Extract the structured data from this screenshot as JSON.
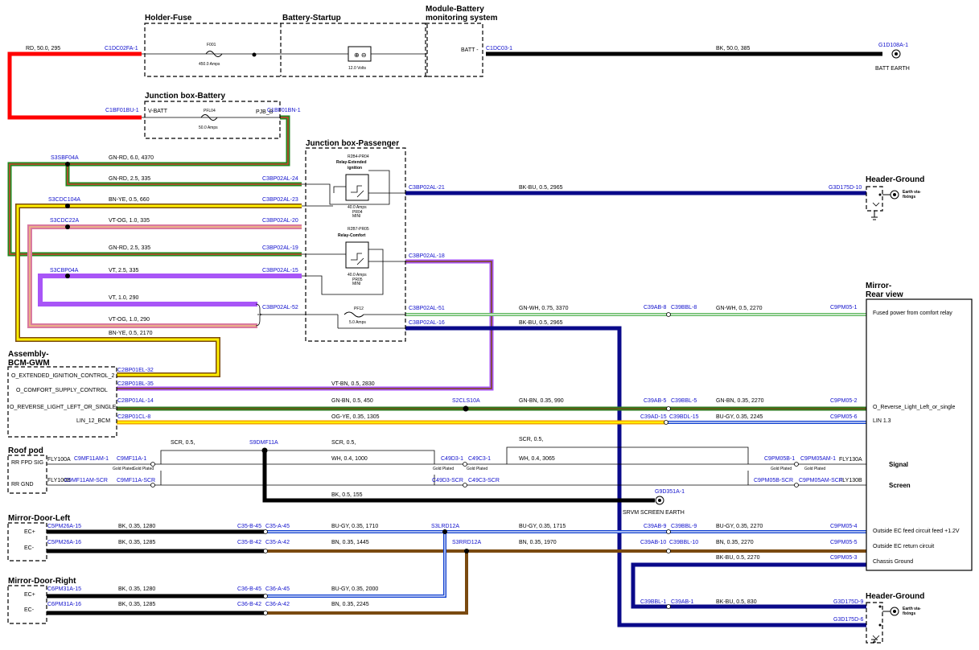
{
  "colors": {
    "RD": "#ff0000",
    "BK": "#000000",
    "GN": "#1f8a1f",
    "YE": "#ffee00",
    "BU": "#0a0a8a",
    "VT": "#a855f7",
    "OG": "#f2a600",
    "PK": "#d97aa0",
    "WH": "#ffffff",
    "GY": "#9aa0a8",
    "BN": "#7a4a10",
    "connector": "#1010cc"
  },
  "boxes": {
    "holder_fuse": "Holder-Fuse",
    "battery_startup": "Battery-Startup",
    "module_battery_1": "Module-Battery",
    "module_battery_2": "monitoring system",
    "jb_battery": "Junction box-Battery",
    "jb_passenger": "Junction box-Passenger",
    "header_ground": "Header-Ground",
    "mirror_rear_1": "Mirror-",
    "mirror_rear_2": "Rear view",
    "bcm_1": "Assembly-",
    "bcm_2": "BCM-GWM",
    "roof_pod": "Roof pod",
    "mirror_door_left": "Mirror-Door-Left",
    "mirror_door_right": "Mirror-Door-Right"
  },
  "components": {
    "f001": "F001",
    "f001_rating": "450.0 Amps",
    "battery_voltage": "12.0 Volts",
    "batt_minus": "BATT -",
    "v_batt": "V-BATT",
    "pfl04": "PFL04",
    "pfl04_rating": "50.0 Amps",
    "pjb_b": "PJB_B",
    "relay1_code": "R2B4-PR04",
    "relay1_name_1": "Relay-Extended",
    "relay1_name_2": "ignition",
    "relay1_rating": "40.0 Amps",
    "relay1_id": "PR04",
    "relay1_type": "MINI",
    "relay2_code": "R2B7-PR05",
    "relay2_name": "Relay-Comfort",
    "relay2_rating": "40.0 Amps",
    "relay2_id": "PR05",
    "relay2_type": "MINI",
    "fuse_p12": "PF12",
    "fuse_p12_rating": "5.0 Amps",
    "earth_via_1": "Earth via-",
    "earth_via_2": "fixings",
    "batt_earth": "BATT EARTH",
    "srvm_screen_earth": "SRVM SCREEN EARTH",
    "gold_plated": "Gold Plated"
  },
  "pins": {
    "bcm_1": "O_EXTENDED_IGNITION_CONTROL_2",
    "bcm_2": "O_COMFORT_SUPPLY_CONTROL",
    "bcm_3": "O_REVERSE_LIGHT_LEFT_OR_SINGLE",
    "bcm_4": "LIN_12_BCM",
    "roof_1": "RR FPD SIG",
    "roof_2": "RR GND",
    "fly100a": "FLY100A",
    "fly100b": "FLY100B",
    "fly130a": "FLY130A",
    "fly130b": "FLY130B",
    "signal": "Signal",
    "screen": "Screen",
    "ec_plus": "EC+",
    "ec_minus": "EC-",
    "mirror_1": "Fused power from comfort relay",
    "mirror_2": "O_Reverse_Light_Left_or_single",
    "mirror_3": "LIN 1.3",
    "mirror_4": "Outside EC feed circuit feed +1.2V",
    "mirror_5": "Outside EC return circuit",
    "mirror_6": "Chassis Ground"
  },
  "connectors": {
    "c1dc02fa_1": "C1DC02FA-1",
    "c1dc03_1": "C1DC03-1",
    "g1d108a_1": "G1D108A-1",
    "c1bf01bu_1": "C1BF01BU-1",
    "c1bf01bn_1": "C1BF01BN-1",
    "s3sbf04a": "S3SBF04A",
    "s3cdc104a": "S3CDC104A",
    "s3cdc22a": "S3CDC22A",
    "s3cbp04a": "S3CBP04A",
    "c3bp02al_24": "C3BP02AL-24",
    "c3bp02al_23": "C3BP02AL-23",
    "c3bp02al_20": "C3BP02AL-20",
    "c3bp02al_19": "C3BP02AL-19",
    "c3bp02al_15": "C3BP02AL-15",
    "c3bp02al_52": "C3BP02AL-52",
    "c3bp02al_21": "C3BP02AL-21",
    "c3bp02al_18": "C3BP02AL-18",
    "c3bp02al_51": "C3BP02AL-51",
    "c3bp02al_16": "C3BP02AL-16",
    "g3d175d_10": "G3D175D-10",
    "c2bp01el_32": "C2BP01EL-32",
    "c2bp01bl_35": "C2BP01BL-35",
    "c2bp01al_14": "C2BP01AL-14",
    "c2bp01cl_8": "C2BP01CL-8",
    "s2cls10a": "S2CLS10A",
    "c39ab_8": "C39AB-8",
    "c39bbl_8": "C39BBL-8",
    "c9pm05_1": "C9PM05-1",
    "c39ab_5": "C39AB-5",
    "c39bbl_5": "C39BBL-5",
    "c9pm05_2": "C9PM05-2",
    "c39ad_15": "C39AD-15",
    "c39bdl_15": "C39BDL-15",
    "c9pm05_6": "C9PM05-6",
    "s9dmf11a": "S9DMF11A",
    "c9mf11am_1": "C9MF11AM-1",
    "c9mf11a_1": "C9MF11A-1",
    "c9mf11am_scr": "C9MF11AM-SCR",
    "c9mf11a_scr": "C9MF11A-SCR",
    "c49d3_1": "C49D3-1",
    "c49c3_1": "C49C3-1",
    "c49d3_scr": "C49D3-SCR",
    "c49c3_scr": "C49C3-SCR",
    "c9pm05b_1": "C9PM05B-1",
    "c9pm05am_1": "C9PM05AM-1",
    "c9pm05b_scr": "C9PM05B-SCR",
    "c9pm05am_scr": "C9PM05AM-SCR",
    "g9d351a_1": "G9D351A-1",
    "c5pm26a_15": "C5PM26A-15",
    "c5pm26a_16": "C5PM26A-16",
    "c35b_45": "C35-B-45",
    "c35a_45": "C35-A-45",
    "c35b_42": "C35-B-42",
    "c35a_42": "C35-A-42",
    "s3lrd12a": "S3LRD12A",
    "s3rrd12a": "S3RRD12A",
    "c39ab_9": "C39AB-9",
    "c39bbl_9": "C39BBL-9",
    "c9pm05_4": "C9PM05-4",
    "c39ab_10": "C39AB-10",
    "c39bbl_10": "C39BBL-10",
    "c9pm05_5": "C9PM05-5",
    "c9pm05_3": "C9PM05-3",
    "c6pm31a_15": "C6PM31A-15",
    "c6pm31a_16": "C6PM31A-16",
    "c36b_45": "C36-B-45",
    "c36a_45": "C36-A-45",
    "c36b_42": "C36-B-42",
    "c36a_42": "C36-A-42",
    "c39bbl_1": "C39BBL-1",
    "c39ab_1": "C39AB-1",
    "g3d175d_9": "G3D175D-9",
    "g3d175d_6": "G3D175D-6"
  },
  "wires": {
    "rd_50_295": "RD,  50.0,  295",
    "bk_50_385": "BK,  50.0,  385",
    "gnrd_6_4370": "GN-RD,  6.0,  4370",
    "gnrd_25_335a": "GN-RD,  2.5,  335",
    "bnye_05_660": "BN-YE,  0.5,  660",
    "vtog_1_335": "VT-OG,  1.0,  335",
    "gnrd_25_335b": "GN-RD,  2.5,  335",
    "vt_25_335": "VT,  2.5,  335",
    "vt_1_290": "VT,  1.0,  290",
    "vtog_1_290": "VT-OG,  1.0,  290",
    "bnye_05_2170": "BN-YE,  0.5,  2170",
    "bkbu_05_2965a": "BK-BU,  0.5,  2965",
    "gnwh_075_3370": "GN-WH,  0.75,  3370",
    "gnwh_05_2270": "GN-WH,  0.5,  2270",
    "bkbu_05_2965b": "BK-BU,  0.5,  2965",
    "vtbn_05_2830": "VT-BN,  0.5,  2830",
    "gnbn_05_450": "GN-BN,  0.5,  450",
    "gnbn_035_990": "GN-BN,  0.35,  990",
    "gnbn_035_2270": "GN-BN,  0.35,  2270",
    "ogye_035_1305": "OG-YE,  0.35,  1305",
    "bugy_035_2245a": "BU-GY,  0.35,  2245",
    "scr_05a": "SCR,  0.5,",
    "scr_05b": "SCR,  0.5,",
    "scr_05c": "SCR,  0.5,",
    "wh_04_1000": "WH,  0.4,  1000",
    "wh_04_3065": "WH,  0.4,  3065",
    "bk_05_155": "BK,  0.5,  155",
    "bk_035_1280a": "BK,  0.35,  1280",
    "bk_035_1285a": "BK,  0.35,  1285",
    "bugy_035_1710": "BU-GY,  0.35,  1710",
    "bn_035_1445": "BN,  0.35,  1445",
    "bugy_035_1715": "BU-GY,  0.35,  1715",
    "bn_035_1970": "BN,  0.35,  1970",
    "bugy_035_2270": "BU-GY,  0.35,  2270",
    "bn_035_2270": "BN,  0.35,  2270",
    "bkbu_05_2270": "BK-BU,  0.5,  2270",
    "bk_035_1280b": "BK,  0.35,  1280",
    "bk_035_1285b": "BK,  0.35,  1285",
    "bugy_035_2000": "BU-GY,  0.35,  2000",
    "bn_035_2245": "BN,  0.35,  2245",
    "bkbu_05_830": "BK-BU,  0.5,  830"
  }
}
